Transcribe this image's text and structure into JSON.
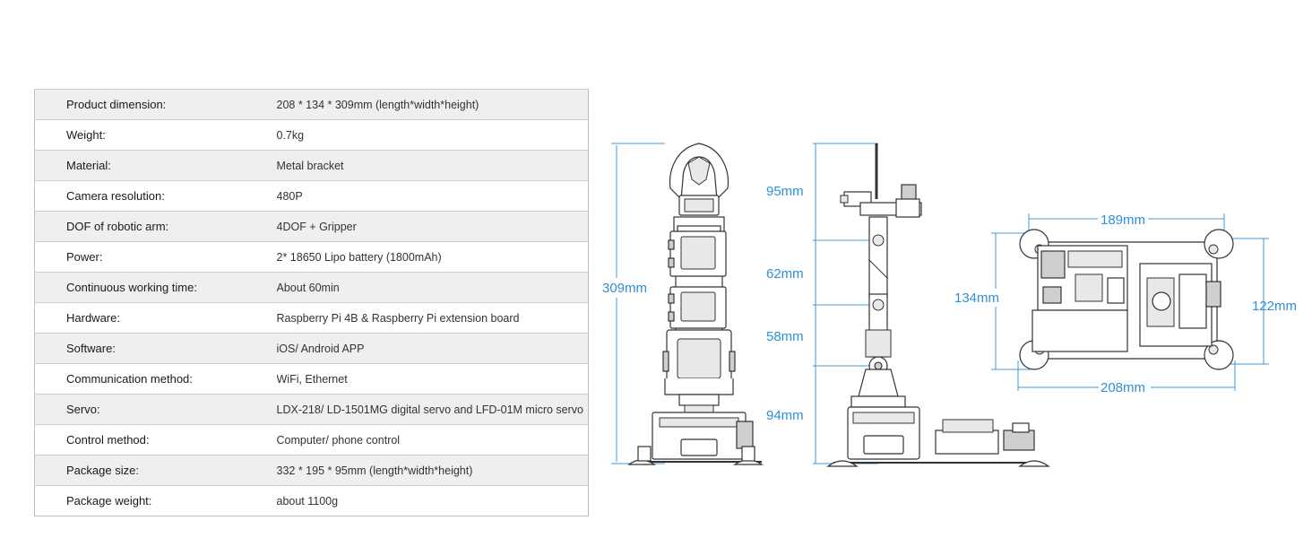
{
  "specs": [
    {
      "label": "Product dimension:",
      "value": "208 * 134 * 309mm (length*width*height)"
    },
    {
      "label": "Weight:",
      "value": "0.7kg"
    },
    {
      "label": "Material:",
      "value": "Metal bracket"
    },
    {
      "label": "Camera resolution:",
      "value": "480P"
    },
    {
      "label": "DOF of robotic arm:",
      "value": "4DOF + Gripper"
    },
    {
      "label": "Power:",
      "value": "2* 18650 Lipo battery (1800mAh)"
    },
    {
      "label": "Continuous working time:",
      "value": "About 60min"
    },
    {
      "label": "Hardware:",
      "value": "Raspberry Pi 4B & Raspberry Pi extension board"
    },
    {
      "label": "Software:",
      "value": "iOS/ Android APP"
    },
    {
      "label": "Communication method:",
      "value": "WiFi, Ethernet"
    },
    {
      "label": "Servo:",
      "value": "LDX-218/ LD-1501MG digital servo and LFD-01M micro servo"
    },
    {
      "label": "Control method:",
      "value": "Computer/ phone control"
    },
    {
      "label": "Package size:",
      "value": "332 * 195 * 95mm (length*width*height)"
    },
    {
      "label": "Package weight:",
      "value": "about 1100g"
    }
  ],
  "dimensions": {
    "front_height": "309mm",
    "side_segment_1": "95mm",
    "side_segment_2": "62mm",
    "side_segment_3": "58mm",
    "side_segment_4": "94mm",
    "top_width_upper": "189mm",
    "top_depth_left": "134mm",
    "top_depth_right": "122mm",
    "top_width_lower": "208mm"
  },
  "colors": {
    "dimension": "#2f8fd8",
    "row_shade": "#efefef"
  }
}
